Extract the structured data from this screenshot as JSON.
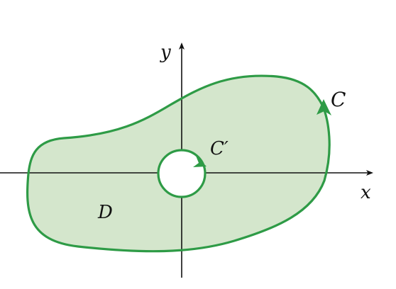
{
  "diagram": {
    "region_label": "D",
    "outer_curve_label": "C",
    "inner_curve_label": "C′",
    "x_axis_label": "x",
    "y_axis_label": "y",
    "colors": {
      "region_fill": "#d4e6cc",
      "curve": "#2e9b46",
      "axes": "#111111",
      "hole": "#ffffff"
    }
  }
}
